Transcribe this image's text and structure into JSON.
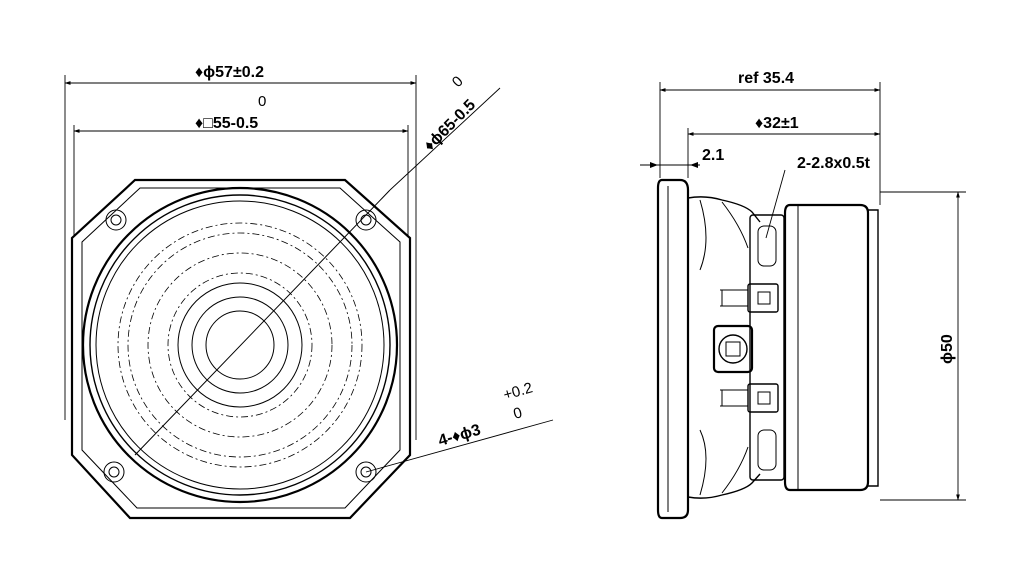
{
  "front_view": {
    "dim_57": "♦ϕ57±0.2",
    "dim_55_tol_upper": "0",
    "dim_55": "♦□55-0.5",
    "dim_65_tol_upper": "0",
    "dim_65": "♦ϕ65-0.5",
    "dim_hole_tol": "+0.2",
    "dim_hole": "4-♦ϕ3",
    "dim_hole_tol_lower": "0"
  },
  "side_view": {
    "dim_ref": "ref 35.4",
    "dim_32": "♦32±1",
    "dim_2_1": "2.1",
    "dim_terminal": "2-2.8x0.5t",
    "dim_50": "ϕ50"
  }
}
